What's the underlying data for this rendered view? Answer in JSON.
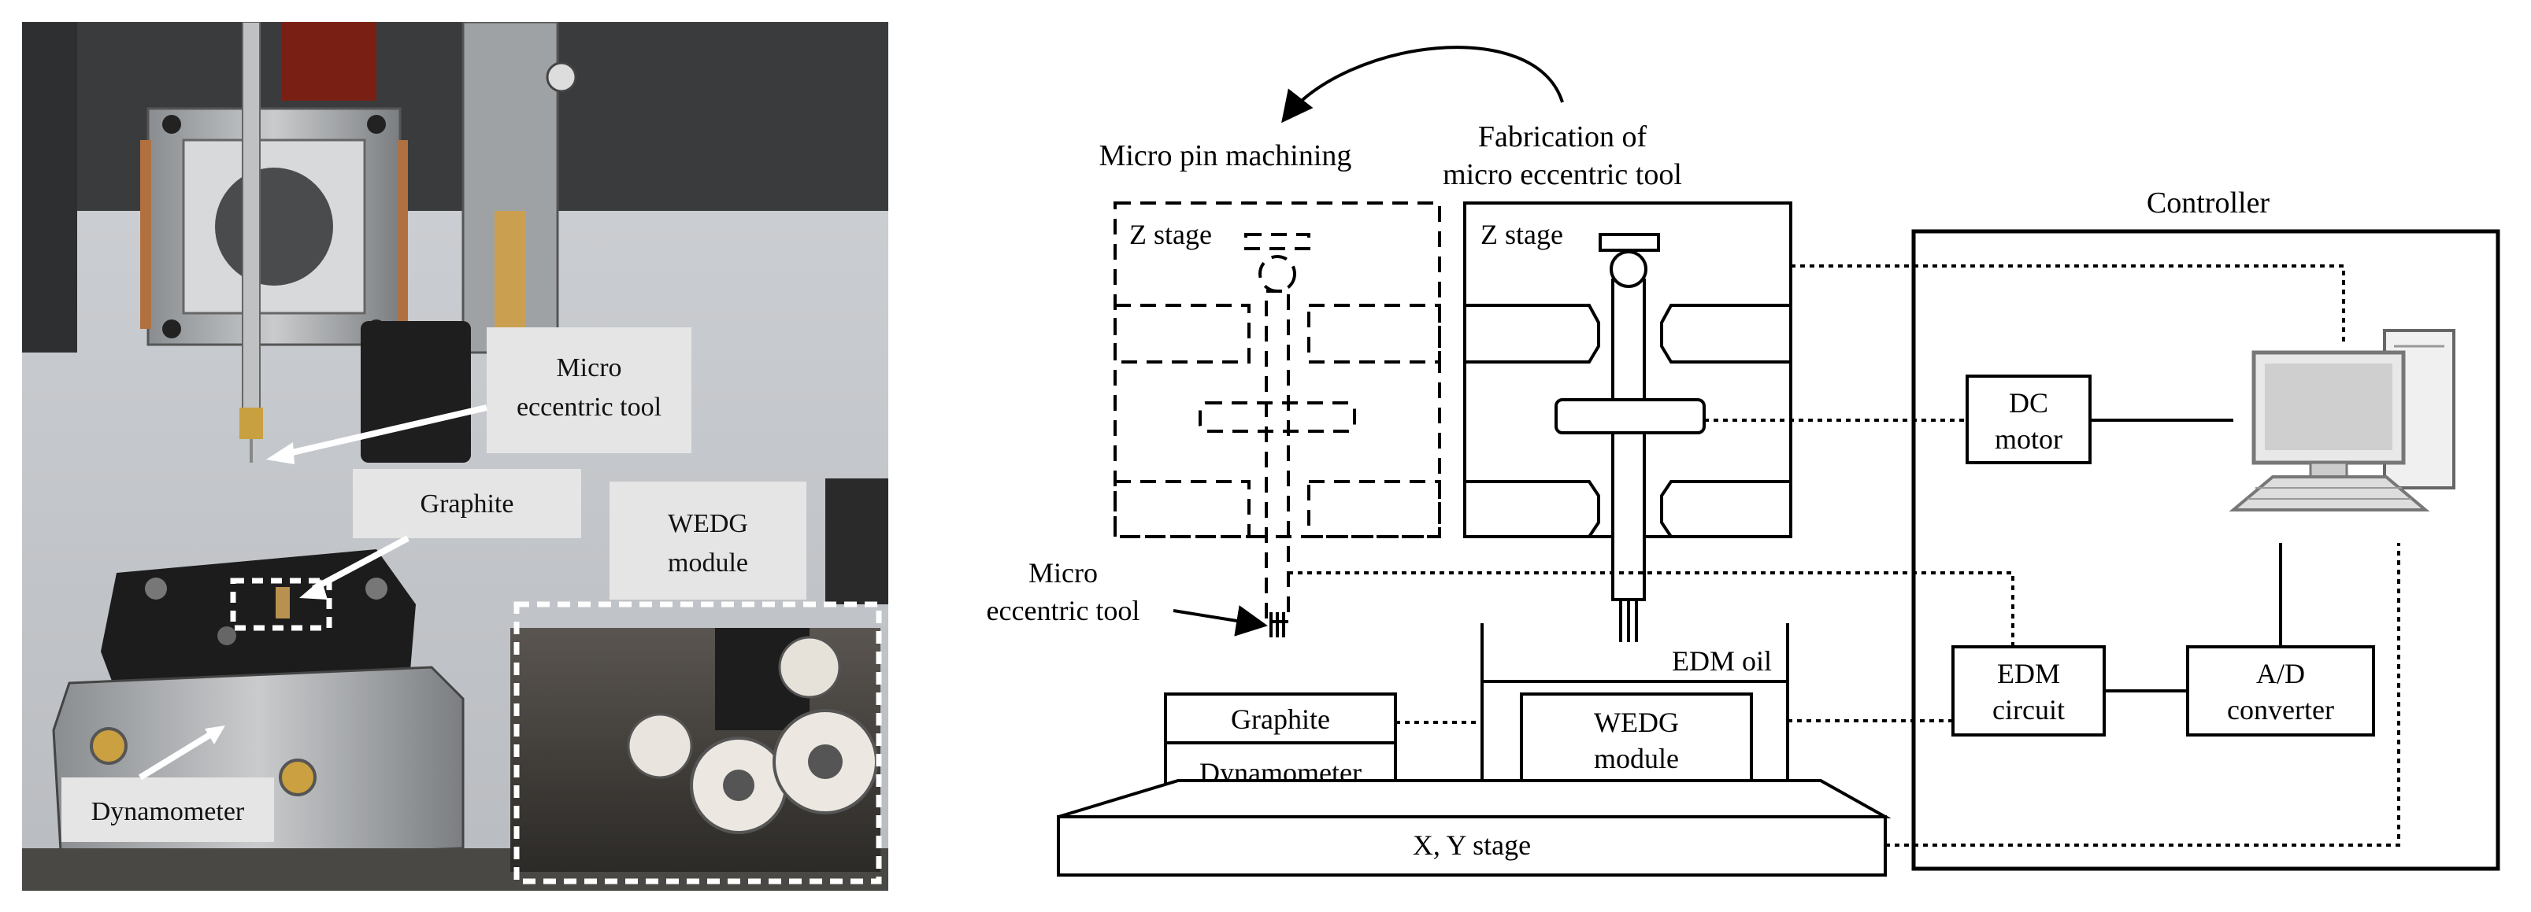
{
  "photo": {
    "labels": {
      "micro_tool_line1": "Micro",
      "micro_tool_line2": "eccentric tool",
      "graphite": "Graphite",
      "wedg_line1": "WEDG",
      "wedg_line2": "module",
      "dynamometer": "Dynamometer"
    }
  },
  "schematic": {
    "micro_pin_title": "Micro pin machining",
    "fabrication_line1": "Fabrication of",
    "fabrication_line2": "micro eccentric tool",
    "z_stage_left": "Z stage",
    "z_stage_right": "Z stage",
    "tool_label_line1": "Micro",
    "tool_label_line2": "eccentric tool",
    "edm_oil": "EDM oil",
    "graphite": "Graphite",
    "dynamometer": "Dynamometer",
    "wedg_line1": "WEDG",
    "wedg_line2": "module",
    "xy_stage": "X, Y stage",
    "controller": {
      "title": "Controller",
      "dc_line1": "DC",
      "dc_line2": "motor",
      "edm_line1": "EDM",
      "edm_line2": "circuit",
      "ad_line1": "A/D",
      "ad_line2": "converter"
    }
  }
}
